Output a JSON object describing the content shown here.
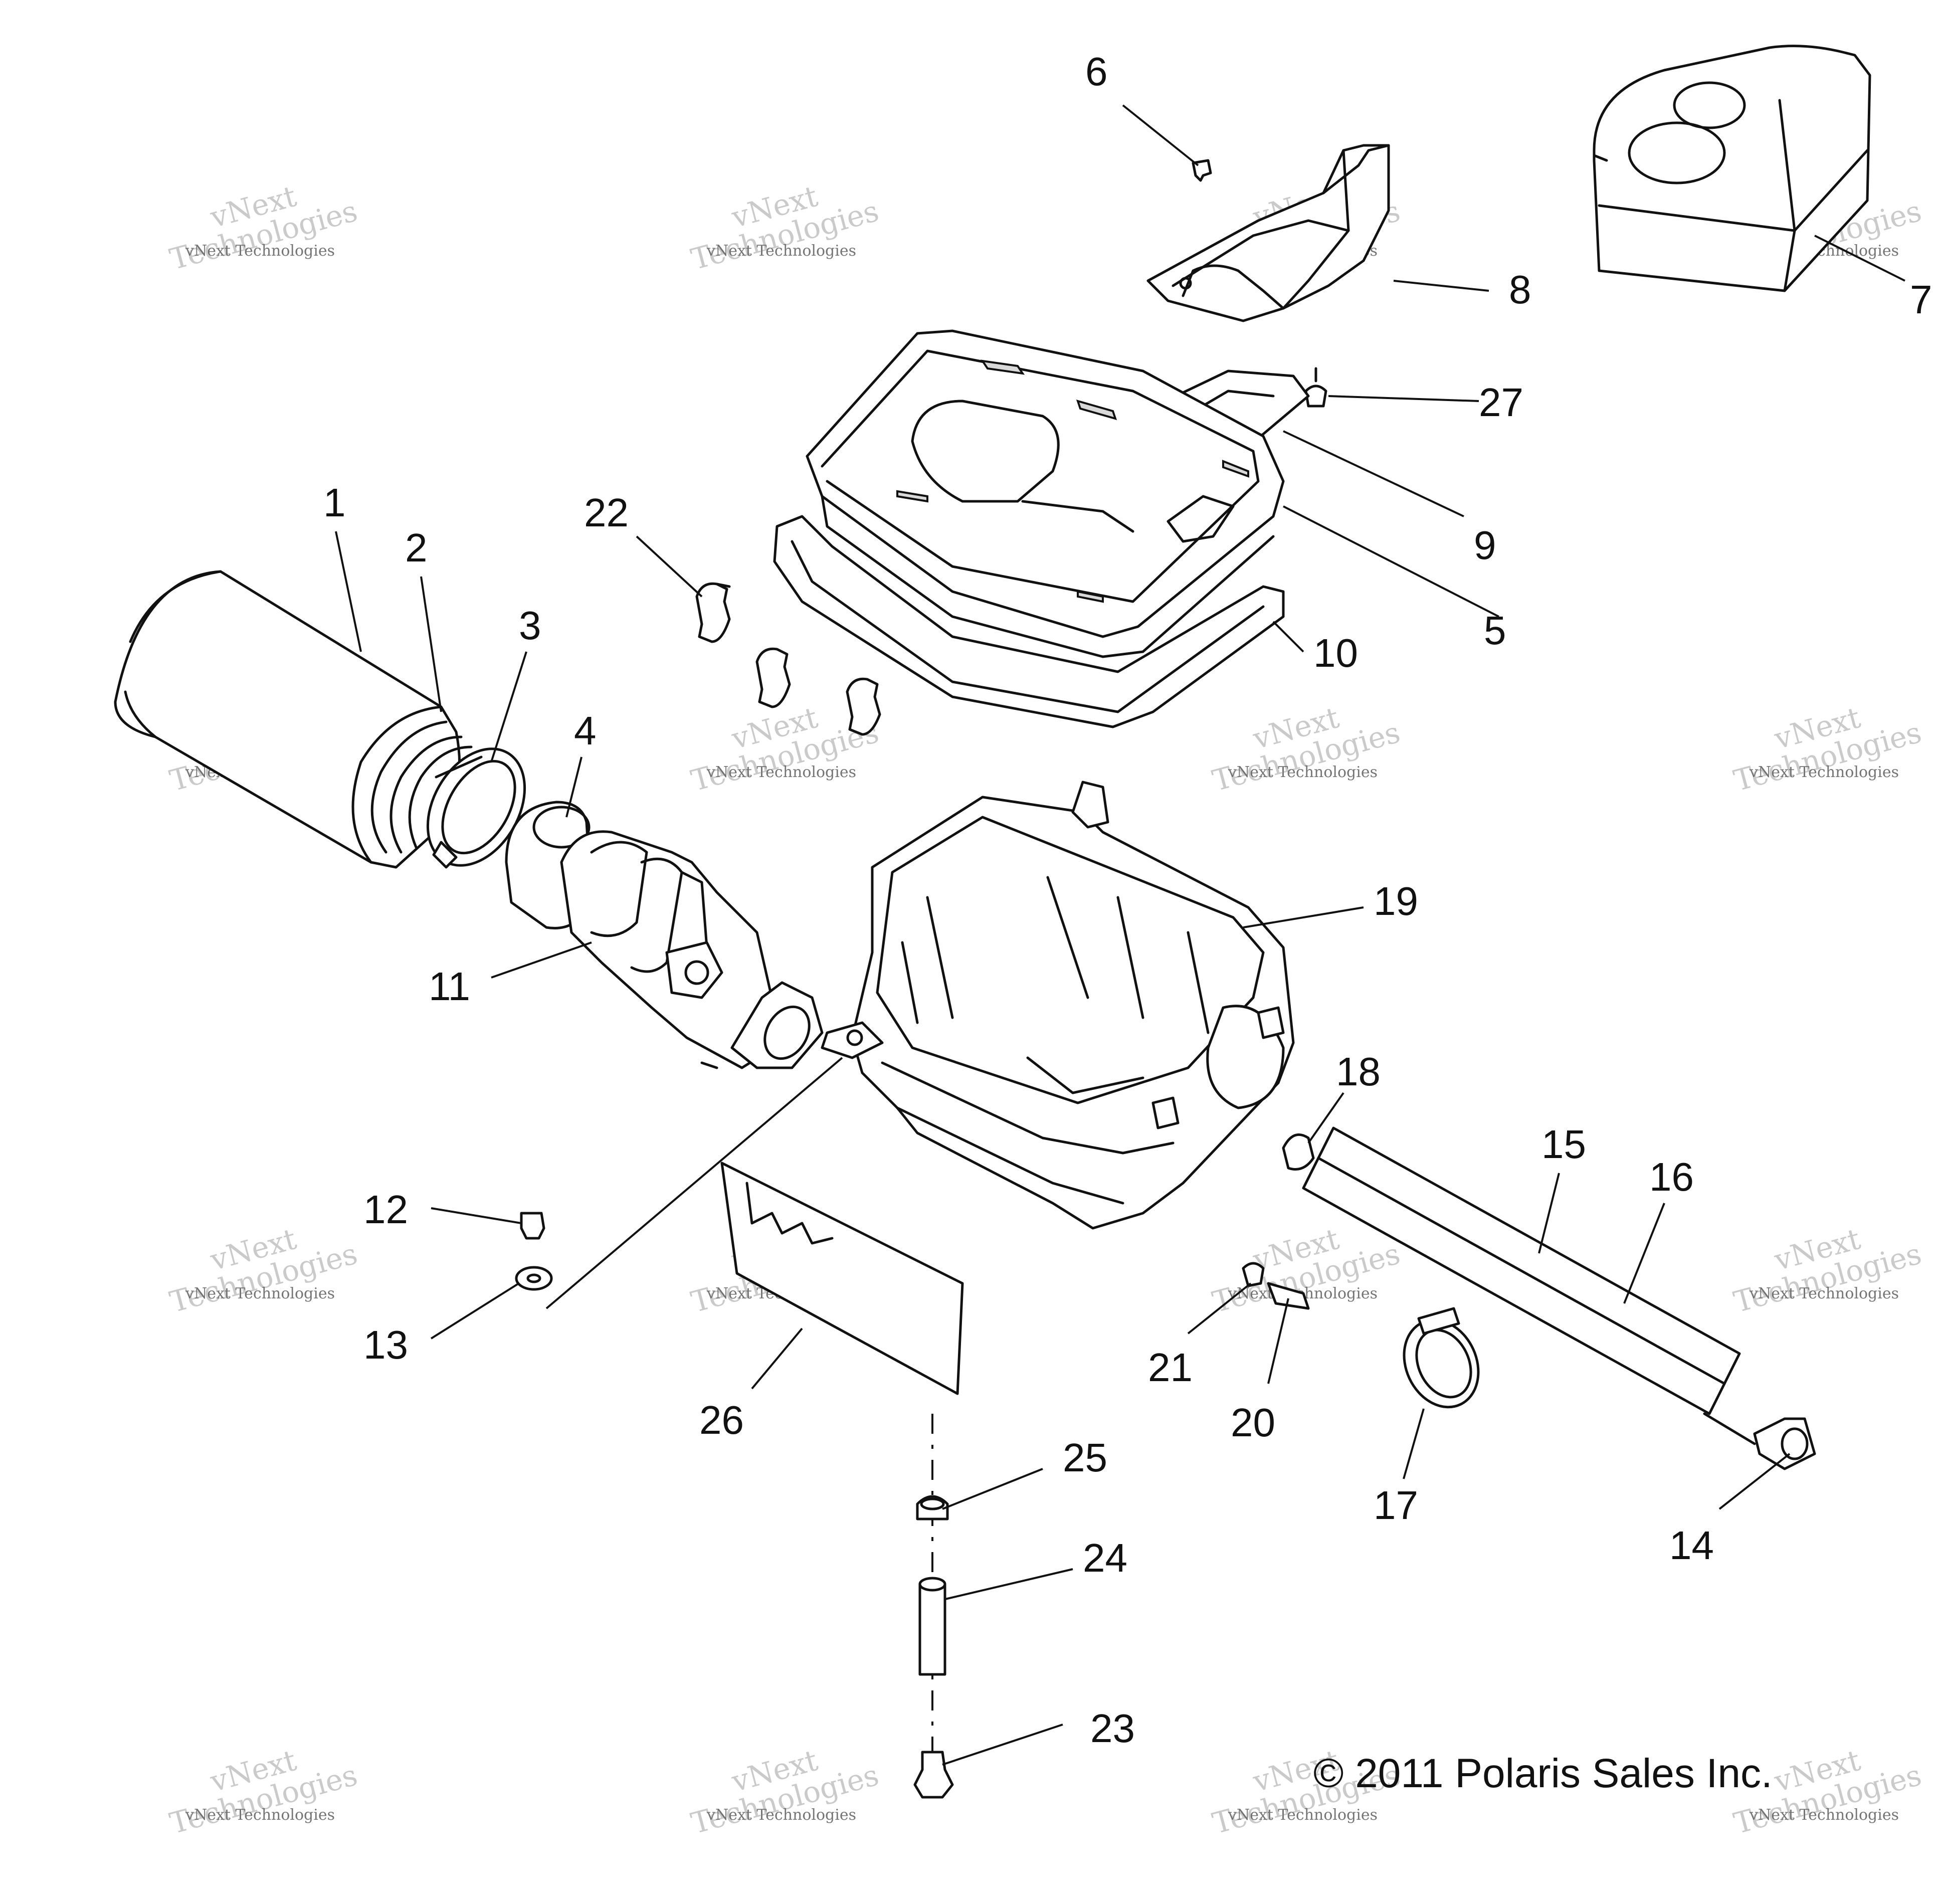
{
  "diagram": {
    "callouts": [
      {
        "id": "1",
        "label": "1"
      },
      {
        "id": "2",
        "label": "2"
      },
      {
        "id": "3",
        "label": "3"
      },
      {
        "id": "4",
        "label": "4"
      },
      {
        "id": "5",
        "label": "5"
      },
      {
        "id": "6",
        "label": "6"
      },
      {
        "id": "7",
        "label": "7"
      },
      {
        "id": "8",
        "label": "8"
      },
      {
        "id": "9",
        "label": "9"
      },
      {
        "id": "10",
        "label": "10"
      },
      {
        "id": "11",
        "label": "11"
      },
      {
        "id": "12",
        "label": "12"
      },
      {
        "id": "13",
        "label": "13"
      },
      {
        "id": "14",
        "label": "14"
      },
      {
        "id": "15",
        "label": "15"
      },
      {
        "id": "16",
        "label": "16"
      },
      {
        "id": "17",
        "label": "17"
      },
      {
        "id": "18",
        "label": "18"
      },
      {
        "id": "19",
        "label": "19"
      },
      {
        "id": "20",
        "label": "20"
      },
      {
        "id": "21",
        "label": "21"
      },
      {
        "id": "22",
        "label": "22"
      },
      {
        "id": "23",
        "label": "23"
      },
      {
        "id": "24",
        "label": "24"
      },
      {
        "id": "25",
        "label": "25"
      },
      {
        "id": "26",
        "label": "26"
      },
      {
        "id": "27",
        "label": "27"
      }
    ],
    "copyright": "© 2011 Polaris Sales Inc.",
    "watermark": {
      "line1": "vNext Technologies",
      "line2": "vNext",
      "line3": "Technologies"
    }
  }
}
